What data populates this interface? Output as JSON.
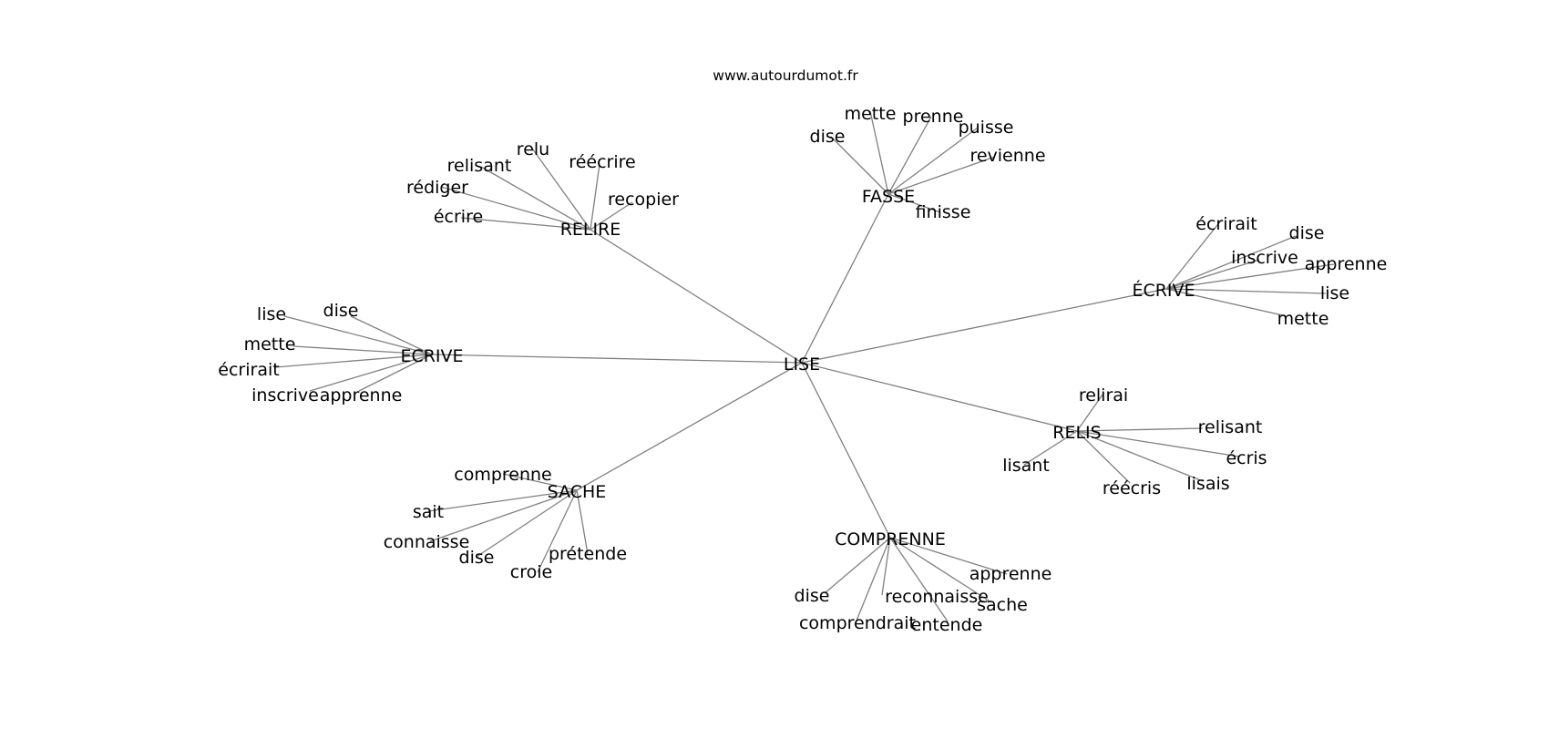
{
  "watermark": "www.autourdumot.fr",
  "colors": {
    "edge": "#808080",
    "text": "#000000",
    "background": "#ffffff"
  },
  "graph": {
    "center": "LISE",
    "hubs": [
      {
        "id": "relire",
        "label": "RELIRE",
        "leaves": [
          "relu",
          "réécrire",
          "relisant",
          "rédiger",
          "recopier",
          "écrire"
        ]
      },
      {
        "id": "fasse",
        "label": "FASSE",
        "leaves": [
          "mette",
          "prenne",
          "dise",
          "puisse",
          "revienne",
          "finisse"
        ]
      },
      {
        "id": "ecrive-accent",
        "label": "ÉCRIVE",
        "leaves": [
          "écrirait",
          "dise",
          "inscrive",
          "apprenne",
          "lise",
          "mette"
        ]
      },
      {
        "id": "ecrive",
        "label": "ECRIVE",
        "leaves": [
          "dise",
          "lise",
          "mette",
          "écrirait",
          "inscrive",
          "apprenne"
        ]
      },
      {
        "id": "relis",
        "label": "RELIS",
        "leaves": [
          "relirai",
          "relisant",
          "écris",
          "lisant",
          "réécris",
          "lisais"
        ]
      },
      {
        "id": "sache",
        "label": "SACHE",
        "leaves": [
          "comprenne",
          "sait",
          "connaisse",
          "dise",
          "prétende",
          "croie"
        ]
      },
      {
        "id": "comprenne",
        "label": "COMPRENNE",
        "leaves": [
          "apprenne",
          "dise",
          "reconnaisse",
          "sache",
          "comprendrait",
          "entende"
        ]
      }
    ]
  }
}
